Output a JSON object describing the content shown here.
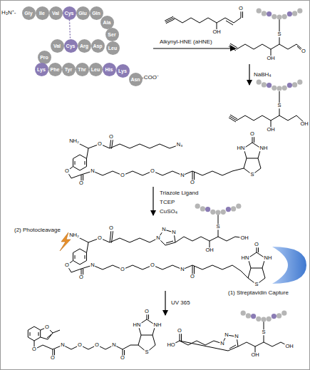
{
  "diagram": {
    "nodes": [
      {
        "text": [
          "Gly"
        ]
      },
      {
        "text": [
          "Ile"
        ]
      },
      {
        "text": [
          "Val"
        ]
      },
      {
        "text": [
          "Cys"
        ]
      },
      {
        "text": [
          "Glu"
        ]
      },
      {
        "text": [
          "Gln"
        ]
      },
      {
        "text": [
          "Ala"
        ]
      },
      {
        "text": [
          "Ser"
        ]
      },
      {
        "text": [
          "Pro"
        ]
      },
      {
        "text": [
          "Val"
        ]
      },
      {
        "text": [
          "Cys"
        ]
      },
      {
        "text": [
          "Arg"
        ]
      },
      {
        "text": [
          "Asp"
        ]
      },
      {
        "text": [
          "Leu"
        ]
      },
      {
        "text": [
          "Lys"
        ]
      },
      {
        "text": [
          "Phe"
        ]
      },
      {
        "text": [
          "Tyr"
        ]
      },
      {
        "text": [
          "Thr"
        ]
      },
      {
        "text": [
          "Leu"
        ]
      },
      {
        "text": [
          "His"
        ]
      },
      {
        "text": [
          "Lys"
        ]
      },
      {
        "text": [
          "Asn"
        ]
      }
    ],
    "edges": [
      {
        "from": 3,
        "to": 10,
        "arrow": "none"
      }
    ],
    "labels": [
      "H₃N⁺-",
      "-COO⁻",
      "Alkynyl-HNE (aHNE)",
      "NaBH₄",
      "Triazole Ligand",
      "TCEP",
      "CuSO₄",
      "(2) Photocleavage",
      "(1) Streptavidin Capture",
      "UV 365",
      "O",
      "OH",
      "S",
      "OH",
      "O",
      "S",
      "OH",
      "OH",
      "O",
      "O",
      "N₃",
      "NH₂",
      "O",
      "O",
      "N",
      "O",
      "O",
      "N",
      "O",
      "S",
      "O",
      "HN",
      "NH",
      "O",
      "O",
      "NH₂",
      "N",
      "N",
      "N",
      "S",
      "OH",
      "OH",
      "O",
      "O",
      "N",
      "O",
      "O",
      "N",
      "O",
      "S",
      "O",
      "HN",
      "NH",
      "O",
      "O",
      "O",
      "N",
      "O",
      "O",
      "N",
      "O",
      "S",
      "O",
      "HN",
      "NH",
      "HO",
      "O",
      "N",
      "N",
      "N",
      "S",
      "OH",
      "OH"
    ]
  }
}
